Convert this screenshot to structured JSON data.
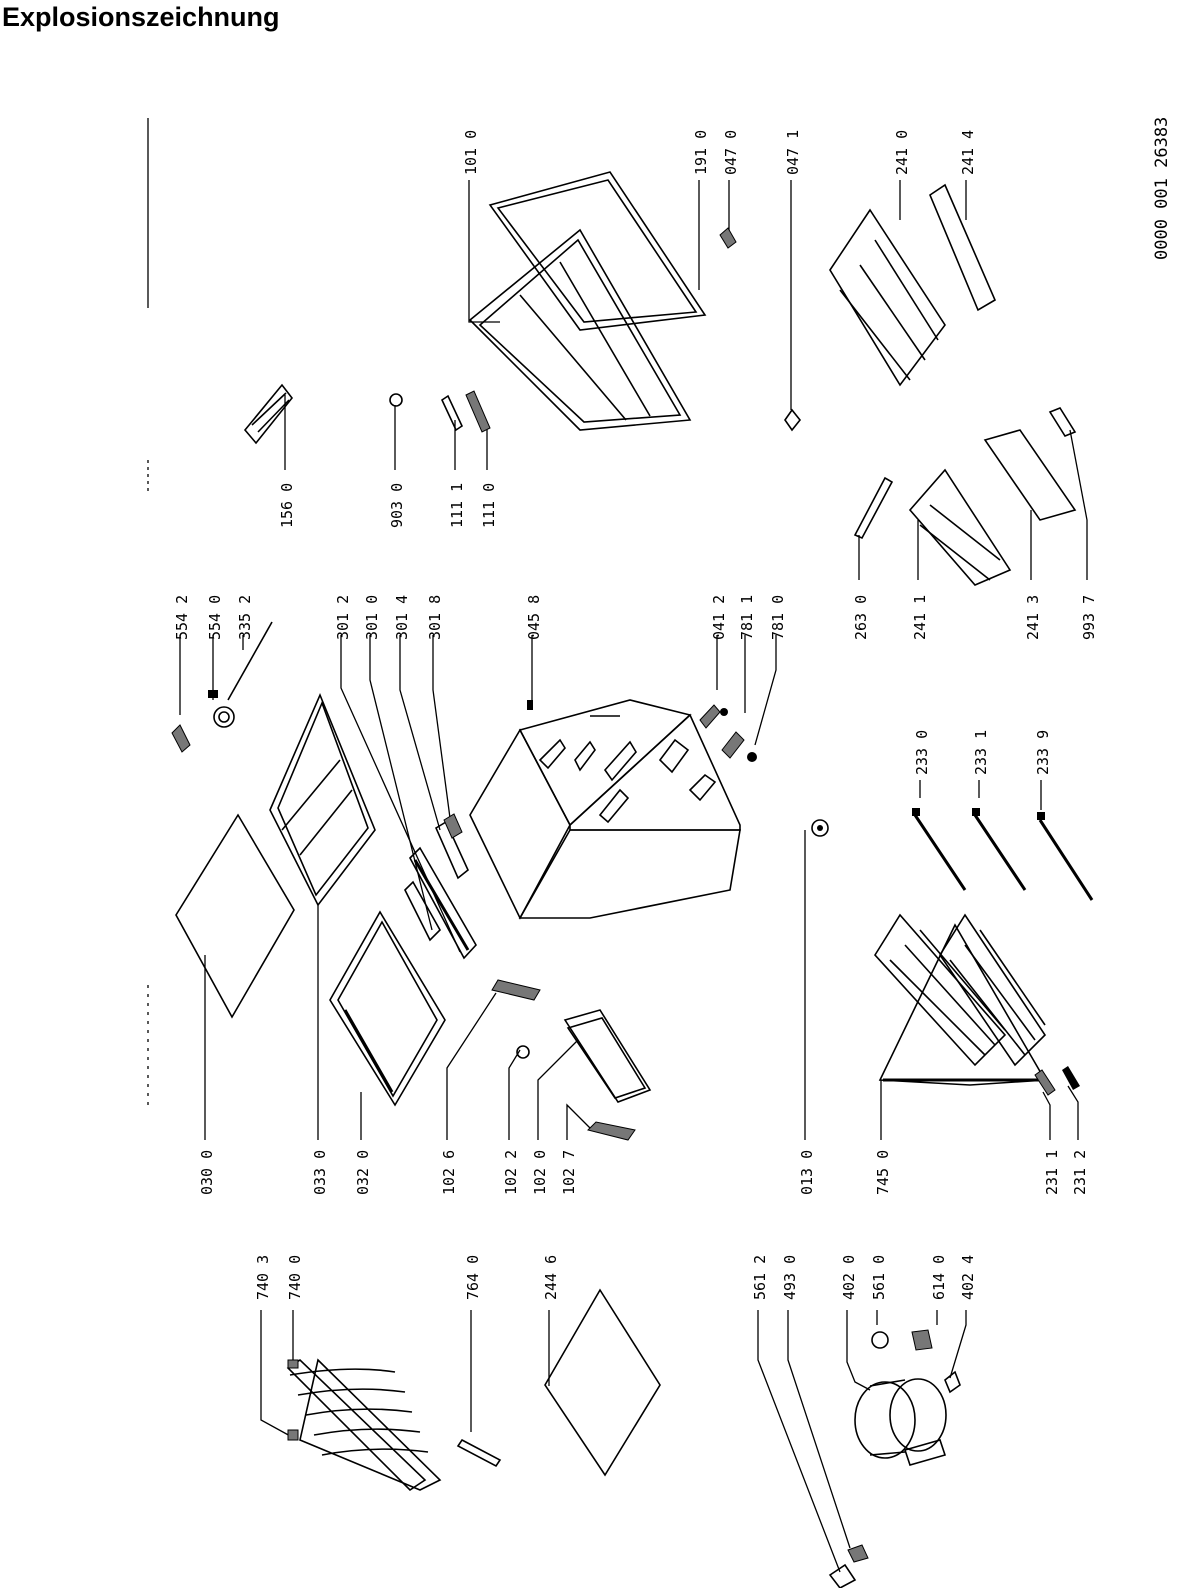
{
  "title": "Explosionszeichnung",
  "document_number": "0000 001 26383",
  "labels": [
    {
      "id": "p0300",
      "text": "030 0"
    },
    {
      "id": "p0330",
      "text": "033 0"
    },
    {
      "id": "p0320",
      "text": "032 0"
    },
    {
      "id": "p1026",
      "text": "102 6"
    },
    {
      "id": "p1022",
      "text": "102 2"
    },
    {
      "id": "p1020",
      "text": "102 0"
    },
    {
      "id": "p1027",
      "text": "102 7"
    },
    {
      "id": "p0130",
      "text": "013 0"
    },
    {
      "id": "p7450",
      "text": "745 0"
    },
    {
      "id": "p2311",
      "text": "231 1"
    },
    {
      "id": "p2312",
      "text": "231 2"
    },
    {
      "id": "p5542",
      "text": "554 2"
    },
    {
      "id": "p5540",
      "text": "554 0"
    },
    {
      "id": "p3352",
      "text": "335 2"
    },
    {
      "id": "p3012",
      "text": "301 2"
    },
    {
      "id": "p3010",
      "text": "301 0"
    },
    {
      "id": "p3014",
      "text": "301 4"
    },
    {
      "id": "p3018",
      "text": "301 8"
    },
    {
      "id": "p0458",
      "text": "045 8"
    },
    {
      "id": "p0412",
      "text": "041 2"
    },
    {
      "id": "p7811",
      "text": "781 1"
    },
    {
      "id": "p7810",
      "text": "781 0"
    },
    {
      "id": "p2630",
      "text": "263 0"
    },
    {
      "id": "p2411",
      "text": "241 1"
    },
    {
      "id": "p2413",
      "text": "241 3"
    },
    {
      "id": "p9937",
      "text": "993 7"
    },
    {
      "id": "p2330",
      "text": "233 0"
    },
    {
      "id": "p2331",
      "text": "233 1"
    },
    {
      "id": "p2339",
      "text": "233 9"
    },
    {
      "id": "p1560",
      "text": "156 0"
    },
    {
      "id": "p9030",
      "text": "903 0"
    },
    {
      "id": "p1111",
      "text": "111 1"
    },
    {
      "id": "p1110",
      "text": "111 0"
    },
    {
      "id": "p1010",
      "text": "101 0"
    },
    {
      "id": "p1910",
      "text": "191 0"
    },
    {
      "id": "p0470",
      "text": "047 0"
    },
    {
      "id": "p0471",
      "text": "047 1"
    },
    {
      "id": "p2410",
      "text": "241 0"
    },
    {
      "id": "p2414",
      "text": "241 4"
    },
    {
      "id": "p7403",
      "text": "740 3"
    },
    {
      "id": "p7400",
      "text": "740 0"
    },
    {
      "id": "p7640",
      "text": "764 0"
    },
    {
      "id": "p2446",
      "text": "244 6"
    },
    {
      "id": "p5612",
      "text": "561 2"
    },
    {
      "id": "p4930",
      "text": "493 0"
    },
    {
      "id": "p4020",
      "text": "402 0"
    },
    {
      "id": "p5610",
      "text": "561 0"
    },
    {
      "id": "p6140",
      "text": "614 0"
    },
    {
      "id": "p4024",
      "text": "402 4"
    }
  ]
}
